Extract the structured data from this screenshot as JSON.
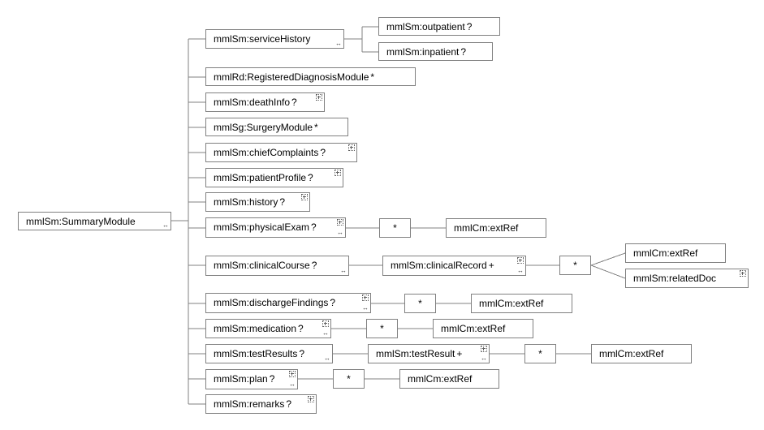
{
  "root": {
    "name": "mmlSm:SummaryModule",
    "marker": "↔"
  },
  "children": [
    {
      "id": "serviceHistory",
      "name": "mmlSm:serviceHistory",
      "card": "",
      "marker": "↔",
      "sub": [
        {
          "name": "mmlSm:outpatient",
          "card": "?"
        },
        {
          "name": "mmlSm:inpatient",
          "card": "?"
        }
      ]
    },
    {
      "id": "registeredDiagnosis",
      "name": "mmlRd:RegisteredDiagnosisModule",
      "card": "*"
    },
    {
      "id": "deathInfo",
      "name": "mmlSm:deathInfo",
      "card": "?",
      "expand": true
    },
    {
      "id": "surgeryModule",
      "name": "mmlSg:SurgeryModule",
      "card": "*"
    },
    {
      "id": "chiefComplaints",
      "name": "mmlSm:chiefComplaints",
      "card": "?",
      "expand": true
    },
    {
      "id": "patientProfile",
      "name": "mmlSm:patientProfile",
      "card": "?",
      "expand": true
    },
    {
      "id": "history",
      "name": "mmlSm:history",
      "card": "?",
      "expand": true
    },
    {
      "id": "physicalExam",
      "name": "mmlSm:physicalExam",
      "card": "?",
      "expand": true,
      "marker": "↔",
      "star": "*",
      "ref": "mmlCm:extRef"
    },
    {
      "id": "clinicalCourse",
      "name": "mmlSm:clinicalCourse",
      "card": "?",
      "marker": "↔",
      "record": {
        "name": "mmlSm:clinicalRecord",
        "card": "+",
        "expand": true,
        "marker": "↔"
      },
      "star": "*",
      "refs": [
        {
          "name": "mmlCm:extRef"
        },
        {
          "name": "mmlSm:relatedDoc",
          "expand": true
        }
      ]
    },
    {
      "id": "dischargeFindings",
      "name": "mmlSm:dischargeFindings",
      "card": "?",
      "expand": true,
      "marker": "↔",
      "star": "*",
      "ref": "mmlCm:extRef"
    },
    {
      "id": "medication",
      "name": "mmlSm:medication",
      "card": "?",
      "expand": true,
      "marker": "↔",
      "star": "*",
      "ref": "mmlCm:extRef"
    },
    {
      "id": "testResults",
      "name": "mmlSm:testResults",
      "card": "?",
      "marker": "↔",
      "record": {
        "name": "mmlSm:testResult",
        "card": "+",
        "expand": true,
        "marker": "↔"
      },
      "star": "*",
      "ref": "mmlCm:extRef"
    },
    {
      "id": "plan",
      "name": "mmlSm:plan",
      "card": "?",
      "expand": true,
      "marker": "↔",
      "star": "*",
      "ref": "mmlCm:extRef"
    },
    {
      "id": "remarks",
      "name": "mmlSm:remarks",
      "card": "?",
      "expand": true
    }
  ]
}
